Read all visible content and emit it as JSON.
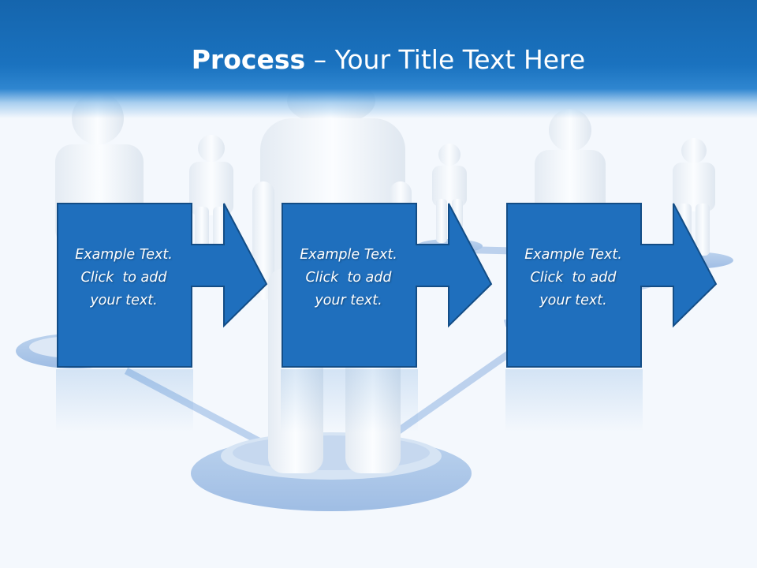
{
  "slide": {
    "title_bold": "Process",
    "title_dash": " – ",
    "title_rest": "Your Title Text Here"
  },
  "steps": [
    {
      "line1": "Example Text.",
      "line2": "Click  to add",
      "line3": "your text."
    },
    {
      "line1": "Example Text.",
      "line2": "Click  to add",
      "line3": "your text."
    },
    {
      "line1": "Example Text.",
      "line2": "Click  to add",
      "line3": "your text."
    }
  ],
  "colors": {
    "header": "#1a72bf",
    "box_fill": "#1f6fbd",
    "box_stroke": "#134d86",
    "background": "#f4f8fd"
  }
}
